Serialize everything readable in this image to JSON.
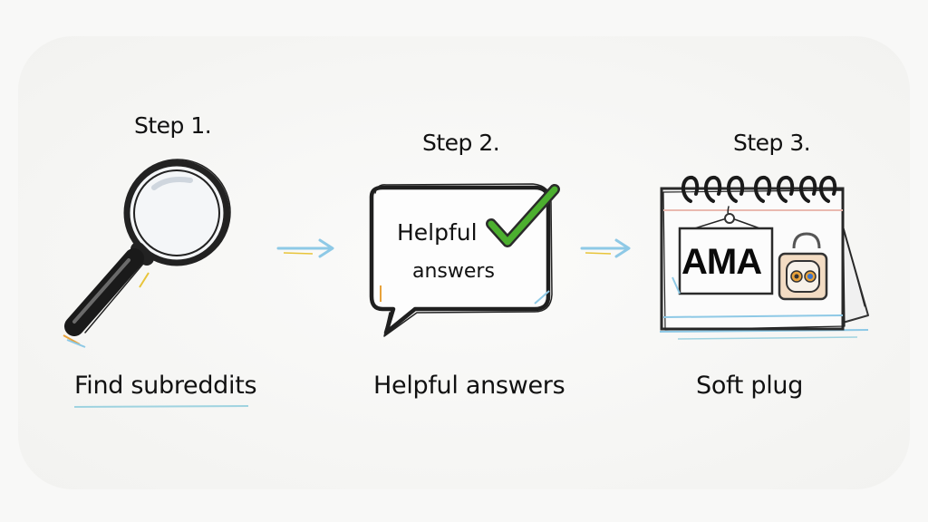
{
  "steps": [
    {
      "title": "Step 1.",
      "caption": "Find subreddits",
      "icon": "magnifying-glass-icon"
    },
    {
      "title": "Step 2.",
      "caption": "Helpful answers",
      "icon": "speech-bubble-icon",
      "bubble": {
        "line1": "Helpful",
        "line2": "answers"
      }
    },
    {
      "title": "Step 3.",
      "caption": "Soft plug",
      "icon": "calendar-icon",
      "card": {
        "label": "AMA"
      }
    }
  ],
  "arrows": [
    "arrow-right-icon",
    "arrow-right-icon"
  ],
  "colors": {
    "ink": "#111111",
    "check": "#4caf2f",
    "arrow": "#8ec9e6",
    "accent_orange": "#e8a23a"
  }
}
